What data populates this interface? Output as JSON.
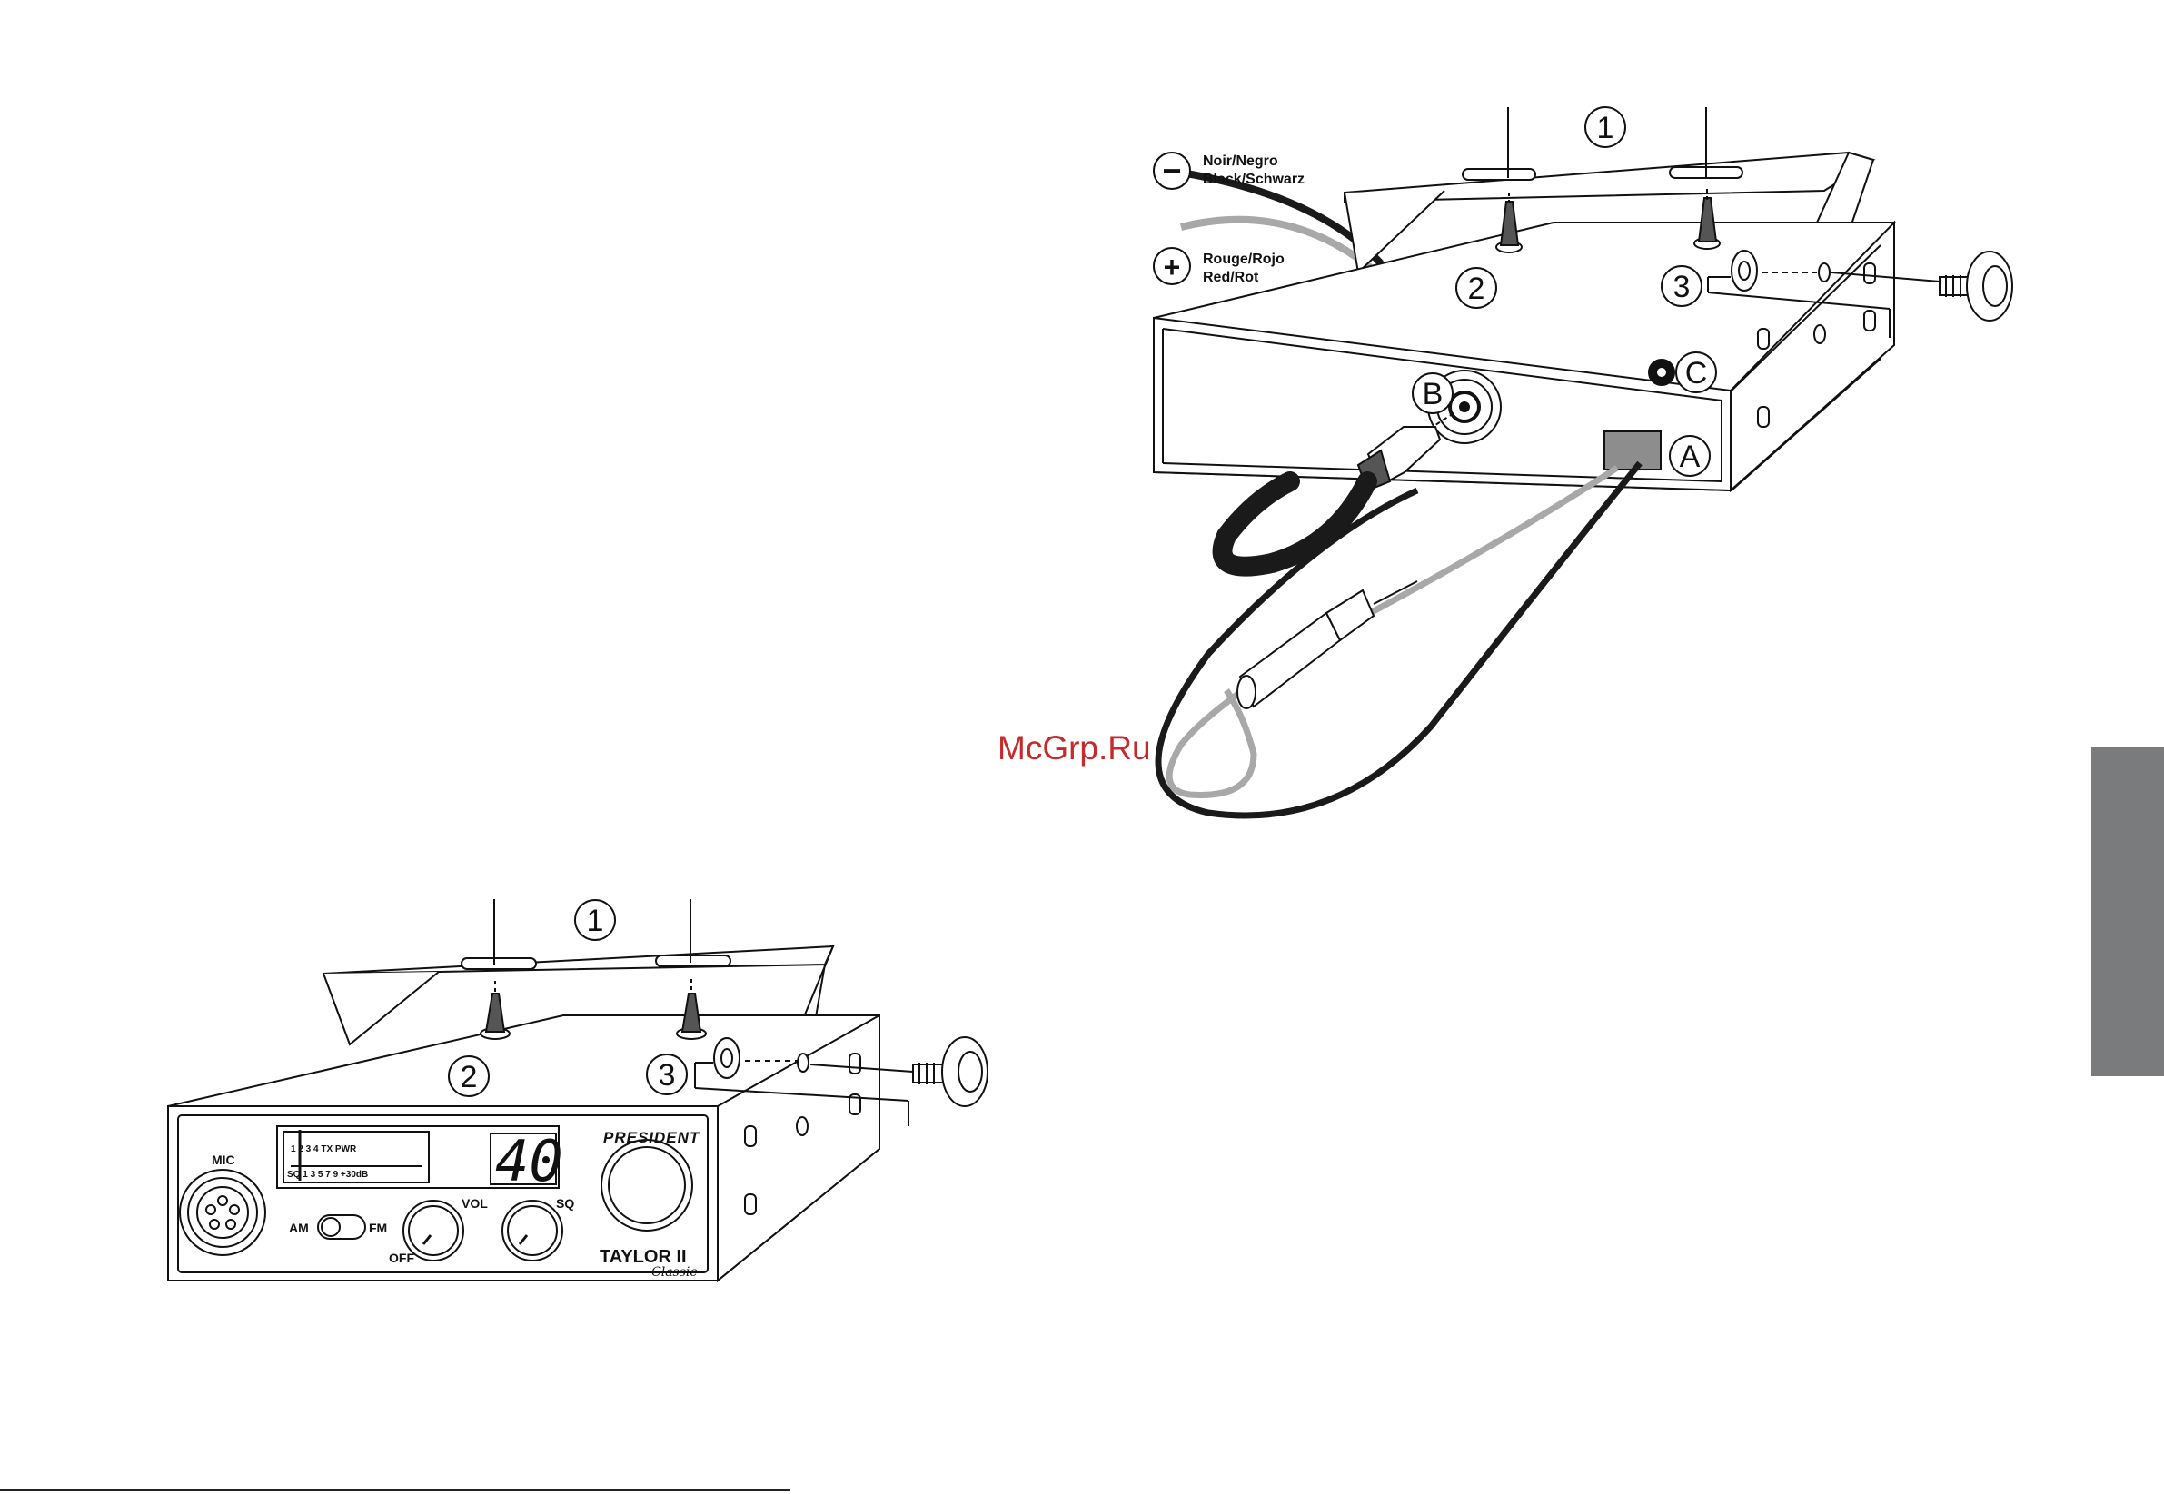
{
  "watermark": "McGrp.Ru",
  "callouts": {
    "bracket": "1",
    "knob_screw": "2",
    "side_screw": "3",
    "power_socket": "A",
    "antenna_socket": "B",
    "ext_speaker": "C"
  },
  "wires": {
    "negative_symbol": "−",
    "negative_line1": "Noir/Negro",
    "negative_line2": "Black/Schwarz",
    "positive_symbol": "+",
    "positive_line1": "Rouge/Rojo",
    "positive_line2": "Red/Rot"
  },
  "radio": {
    "brand": "PRESIDENT",
    "model": "TAYLOR II",
    "model_script": "Classic",
    "channel_display": "40",
    "mic_label": "MIC",
    "am_label": "AM",
    "fm_label": "FM",
    "vol_label": "VOL",
    "off_label": "OFF",
    "sq_label": "SQ",
    "meter_top": "1     2  3 4  TX  PWR",
    "meter_bottom": "SQ   1      3    5  7 9  +30dB"
  },
  "colors": {
    "side_tab": "#7a7b7d",
    "watermark": "#c62a2a",
    "cable_gray": "#a8a8a8",
    "cable_black": "#1a1a1a"
  }
}
